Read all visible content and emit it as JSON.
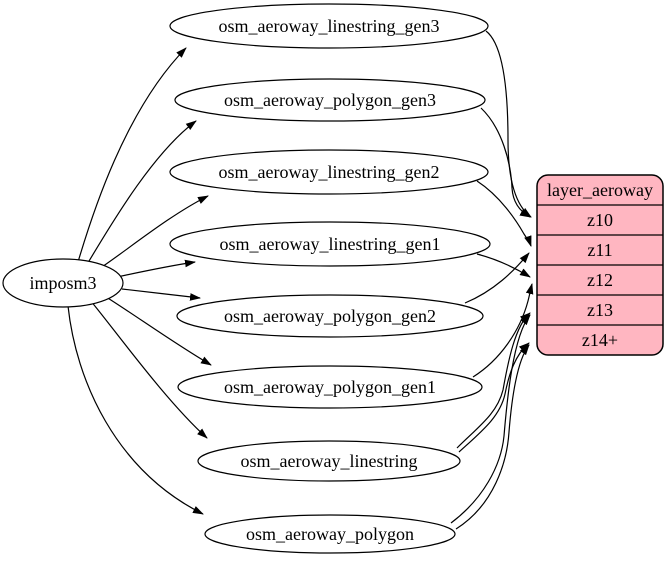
{
  "diagram": {
    "kind": "etl-graph",
    "source": {
      "label": "imposm3"
    },
    "tables": [
      {
        "label": "osm_aeroway_linestring_gen3"
      },
      {
        "label": "osm_aeroway_polygon_gen3"
      },
      {
        "label": "osm_aeroway_linestring_gen2"
      },
      {
        "label": "osm_aeroway_linestring_gen1"
      },
      {
        "label": "osm_aeroway_polygon_gen2"
      },
      {
        "label": "osm_aeroway_polygon_gen1"
      },
      {
        "label": "osm_aeroway_linestring"
      },
      {
        "label": "osm_aeroway_polygon"
      }
    ],
    "layer": {
      "title": "layer_aeroway",
      "zoom_rows": [
        "z10",
        "z11",
        "z12",
        "z13",
        "z14+"
      ],
      "fill_color": "#ffb6c1"
    },
    "edges": [
      {
        "from": "imposm3",
        "to": "osm_aeroway_linestring_gen3"
      },
      {
        "from": "imposm3",
        "to": "osm_aeroway_polygon_gen3"
      },
      {
        "from": "imposm3",
        "to": "osm_aeroway_linestring_gen2"
      },
      {
        "from": "imposm3",
        "to": "osm_aeroway_linestring_gen1"
      },
      {
        "from": "imposm3",
        "to": "osm_aeroway_polygon_gen2"
      },
      {
        "from": "imposm3",
        "to": "osm_aeroway_polygon_gen1"
      },
      {
        "from": "imposm3",
        "to": "osm_aeroway_linestring"
      },
      {
        "from": "imposm3",
        "to": "osm_aeroway_polygon"
      },
      {
        "from": "osm_aeroway_linestring_gen3",
        "to": "layer_aeroway:z10"
      },
      {
        "from": "osm_aeroway_polygon_gen3",
        "to": "layer_aeroway:z10"
      },
      {
        "from": "osm_aeroway_linestring_gen2",
        "to": "layer_aeroway:z11"
      },
      {
        "from": "osm_aeroway_polygon_gen2",
        "to": "layer_aeroway:z11"
      },
      {
        "from": "osm_aeroway_linestring_gen1",
        "to": "layer_aeroway:z12"
      },
      {
        "from": "osm_aeroway_polygon_gen1",
        "to": "layer_aeroway:z12"
      },
      {
        "from": "osm_aeroway_linestring",
        "to": "layer_aeroway:z13"
      },
      {
        "from": "osm_aeroway_linestring",
        "to": "layer_aeroway:z14+"
      },
      {
        "from": "osm_aeroway_polygon",
        "to": "layer_aeroway:z13"
      },
      {
        "from": "osm_aeroway_polygon",
        "to": "layer_aeroway:z14+"
      }
    ]
  }
}
